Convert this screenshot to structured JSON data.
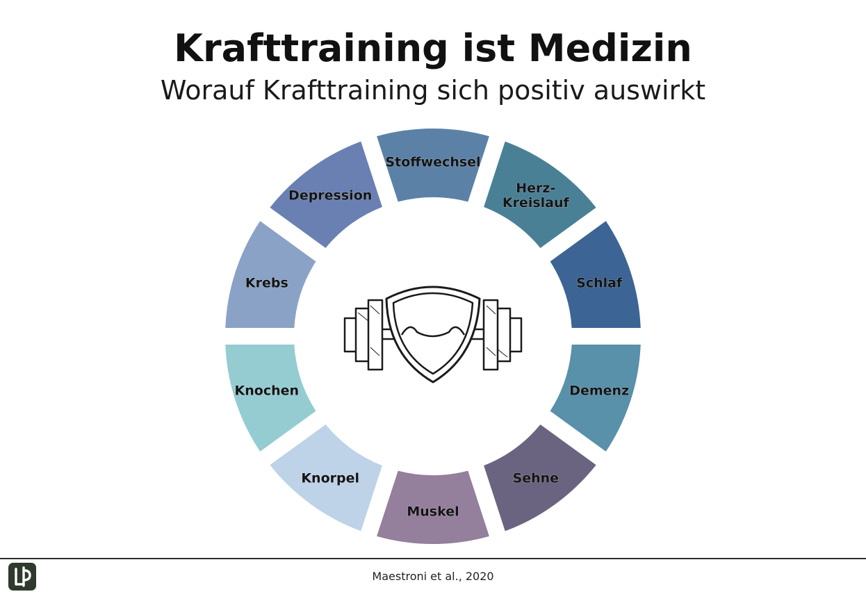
{
  "title": "Krafttraining ist Medizin",
  "subtitle": "Worauf Krafttraining sich positiv auswirkt",
  "segments": [
    {
      "label": [
        "Stoffwechsel"
      ],
      "color": "#5b82a6"
    },
    {
      "label": [
        "Herz-",
        "Kreislauf"
      ],
      "color": "#4a8096"
    },
    {
      "label": [
        "Schlaf"
      ],
      "color": "#3c6494"
    },
    {
      "label": [
        "Demenz"
      ],
      "color": "#5990aa"
    },
    {
      "label": [
        "Sehne"
      ],
      "color": "#6b6480"
    },
    {
      "label": [
        "Muskel"
      ],
      "color": "#947f9c"
    },
    {
      "label": [
        "Knorpel"
      ],
      "color": "#bed2e8"
    },
    {
      "label": [
        "Knochen"
      ],
      "color": "#94ccd2"
    },
    {
      "label": [
        "Krebs"
      ],
      "color": "#8aa2c6"
    },
    {
      "label": [
        "Depression"
      ],
      "color": "#6a80b2"
    }
  ],
  "center_icon": "dumbbell-shield-icon",
  "logo_icon": "lp-logo-icon",
  "citation": "Maestroni et al., 2020"
}
